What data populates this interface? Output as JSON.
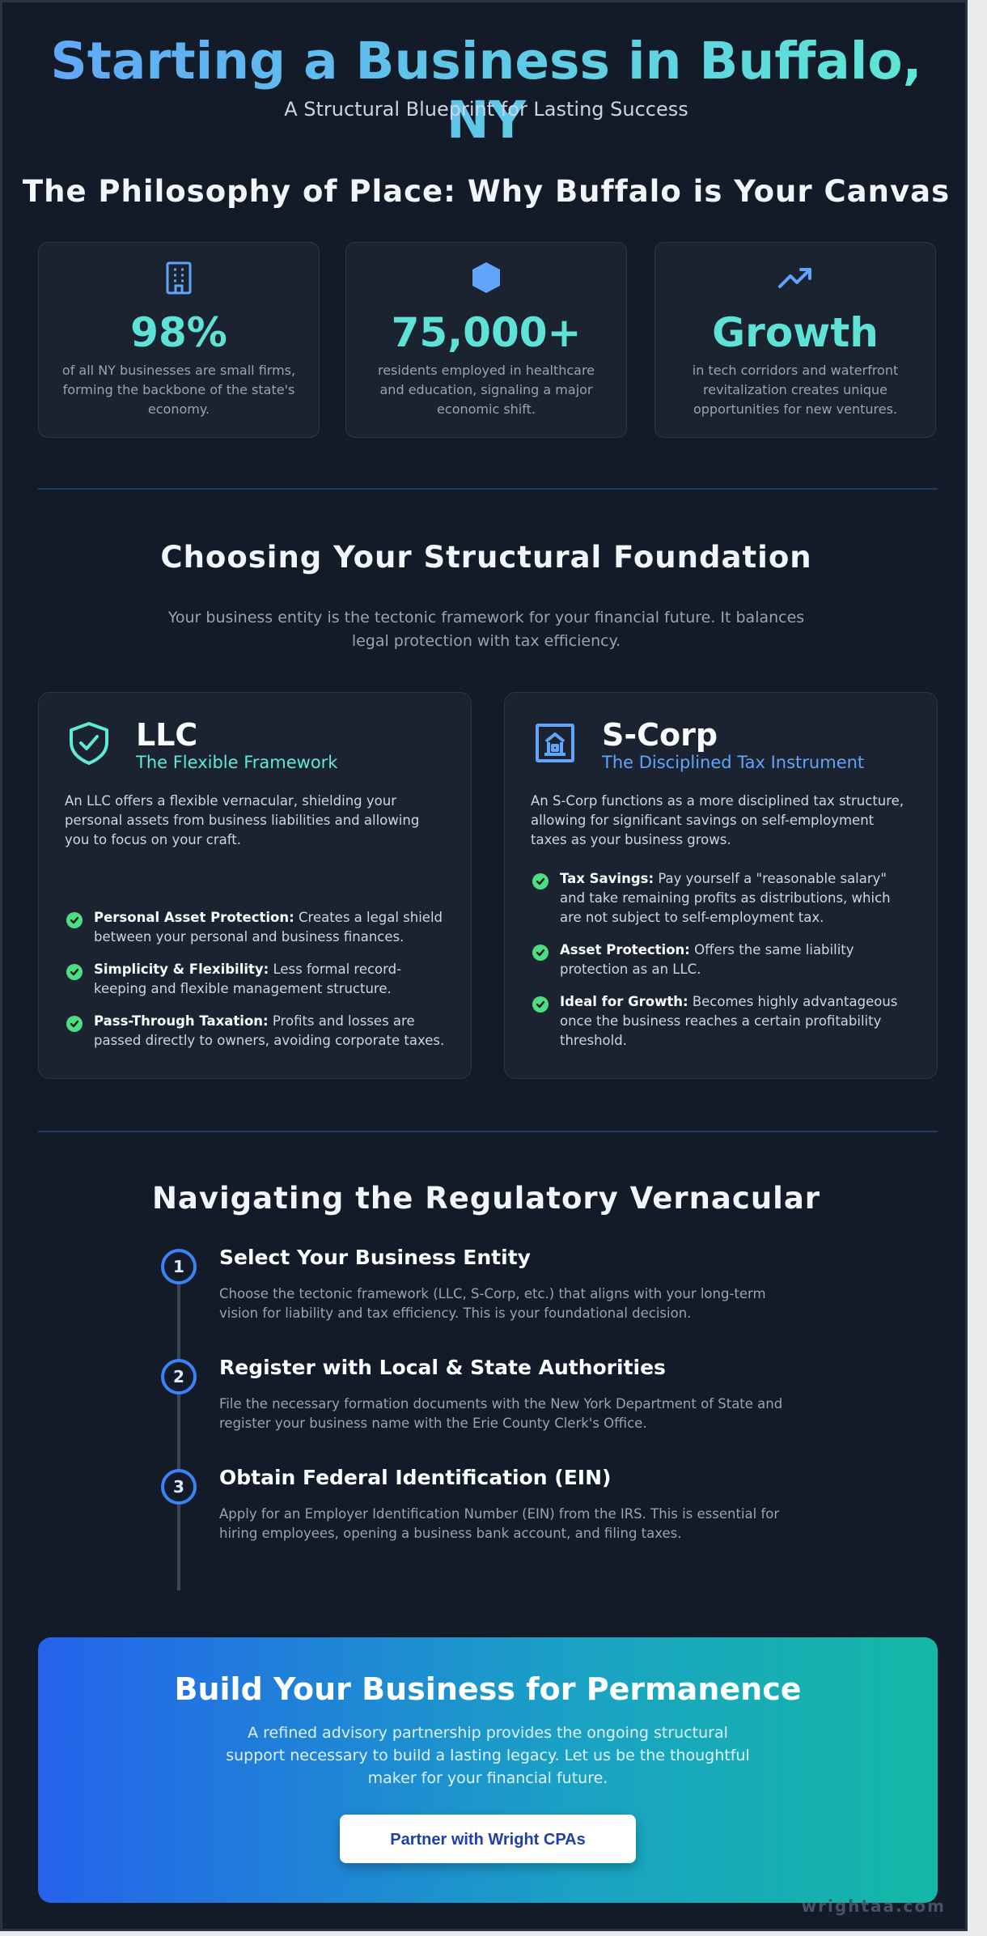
{
  "header": {
    "title": "Starting a Business in Buffalo, NY",
    "subtitle": "A Structural Blueprint for Lasting Success"
  },
  "philosophy": {
    "heading": "The Philosophy of Place: Why Buffalo is Your Canvas",
    "stats": [
      {
        "icon": "building-icon",
        "value": "98%",
        "text": "of all NY businesses are small firms, forming the backbone of the state's economy."
      },
      {
        "icon": "hexagon-icon",
        "value": "75,000+",
        "text": "residents employed in healthcare and education, signaling a major economic shift."
      },
      {
        "icon": "trending-up-icon",
        "value": "Growth",
        "text": "in tech corridors and waterfront revitalization creates unique opportunities for new ventures."
      }
    ]
  },
  "foundation": {
    "heading": "Choosing Your Structural Foundation",
    "intro": "Your business entity is the tectonic framework for your financial future. It balances legal protection with tax efficiency.",
    "llc": {
      "icon": "shield-check-icon",
      "name": "LLC",
      "tagline": "The Flexible Framework",
      "description": "An LLC offers a flexible vernacular, shielding your personal assets from business liabilities and allowing you to focus on your craft.",
      "points": [
        {
          "label": "Personal Asset Protection:",
          "text": "Creates a legal shield between your personal and business finances."
        },
        {
          "label": "Simplicity & Flexibility:",
          "text": "Less formal record-keeping and flexible management structure."
        },
        {
          "label": "Pass-Through Taxation:",
          "text": "Profits and losses are passed directly to owners, avoiding corporate taxes."
        }
      ]
    },
    "scorp": {
      "icon": "building-columns-icon",
      "name": "S-Corp",
      "tagline": "The Disciplined Tax Instrument",
      "description": "An S-Corp functions as a more disciplined tax structure, allowing for significant savings on self-employment taxes as your business grows.",
      "points": [
        {
          "label": "Tax Savings:",
          "text": "Pay yourself a \"reasonable salary\" and take remaining profits as distributions, which are not subject to self-employment tax."
        },
        {
          "label": "Asset Protection:",
          "text": "Offers the same liability protection as an LLC."
        },
        {
          "label": "Ideal for Growth:",
          "text": "Becomes highly advantageous once the business reaches a certain profitability threshold."
        }
      ]
    }
  },
  "regulatory": {
    "heading": "Navigating the Regulatory Vernacular",
    "steps": [
      {
        "number": "1",
        "title": "Select Your Business Entity",
        "text": "Choose the tectonic framework (LLC, S-Corp, etc.) that aligns with your long-term vision for liability and tax efficiency. This is your foundational decision."
      },
      {
        "number": "2",
        "title": "Register with Local & State Authorities",
        "text": "File the necessary formation documents with the New York Department of State and register your business name with the Erie County Clerk's Office."
      },
      {
        "number": "3",
        "title": "Obtain Federal Identification (EIN)",
        "text": "Apply for an Employer Identification Number (EIN) from the IRS. This is essential for hiring employees, opening a business bank account, and filing taxes."
      }
    ]
  },
  "cta": {
    "title": "Build Your Business for Permanence",
    "text": "A refined advisory partnership provides the ongoing structural support necessary to build a lasting legacy. Let us be the thoughtful maker for your financial future.",
    "button": "Partner with Wright CPAs"
  },
  "watermark": "wrightaa.com",
  "colors": {
    "background": "#131a28",
    "card": "#1b2331",
    "accent_teal": "#5ee2d6",
    "accent_blue": "#60a5fa",
    "check_green": "#4ade80"
  }
}
